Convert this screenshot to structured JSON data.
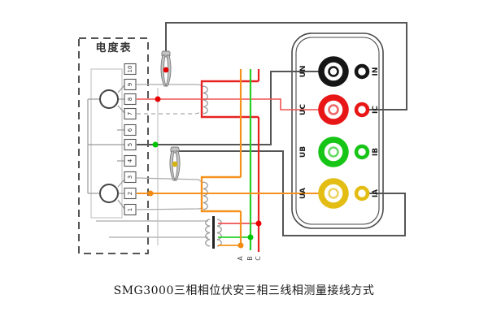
{
  "caption": "SMG3000三相相位伏安三相三线相测量接线方式",
  "meter_box": {
    "label": "电度表",
    "terminals": [
      "10",
      "9",
      "8",
      "7",
      "6",
      "5",
      "4",
      "3",
      "2",
      "1"
    ]
  },
  "panel": {
    "rows": [
      {
        "u_label": "UN",
        "i_label": "IN",
        "color": "#151515"
      },
      {
        "u_label": "UC",
        "i_label": "IC",
        "color": "#e81616"
      },
      {
        "u_label": "UB",
        "i_label": "IB",
        "color": "#17c517"
      },
      {
        "u_label": "UA",
        "i_label": "IA",
        "color": "#e3bd14"
      }
    ]
  },
  "phases": {
    "labels": [
      "A",
      "B",
      "C"
    ],
    "colors": {
      "a": "#f5921e",
      "b": "#28cf28",
      "c": "#e62222"
    }
  },
  "test_leads": {
    "ic_clip_dot": "#e00000",
    "ia_clip_dot": "#d4b414",
    "uc_tap_dot": "#e80000",
    "un_tap_dot": "#00c400",
    "ua_tap_dot": "#f08a10"
  },
  "wire_colors": {
    "dark": "#555555",
    "light": "#aaaaaa",
    "red_thin": "#f05050"
  }
}
